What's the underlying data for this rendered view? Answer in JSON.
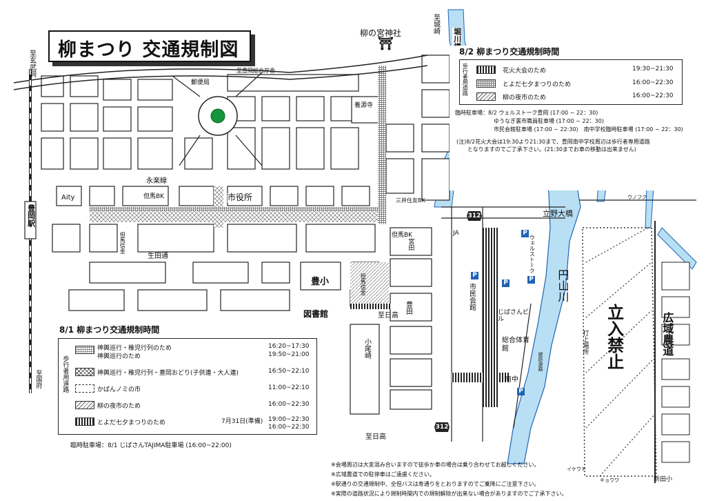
{
  "title": "柳まつり 交通規制図",
  "colors": {
    "river": "#b8dff3",
    "river_edge": "#1f63b5",
    "shrine_circle": "#15953a",
    "parking": "#1f63b5",
    "road": "#111111"
  },
  "icons": {
    "shrine": "torii-icon",
    "parking": "parking-icon",
    "route_shield": "route-shield-icon"
  },
  "map_labels": {
    "to_genbudo": "至玄武洞",
    "to_kinosaki": "至城崎",
    "shrine": "柳の宮神社",
    "gov_office": "至豊岡総合庁舎",
    "post_office": "郵便局",
    "horikawa_bridge": "堀川橋",
    "yogenji": "養源寺",
    "eirakusen": "永楽線",
    "aity": "Aity",
    "tajima_bk_1": "但馬BK",
    "city_hall": "市役所",
    "mitsui": "三井住友BK",
    "tajima_shinkin_1": "但馬信金",
    "tajima_bk_2": "但馬BK",
    "miyata": "宮田",
    "ikutadori": "生田通",
    "toyooka_station": "豊岡駅",
    "toyoshou": "豊小",
    "tajima_shinkin_2": "但馬信金",
    "toyota": "豊田",
    "library": "図書館",
    "to_hidaka": "至日高",
    "to_kuni": "至国府",
    "to_hidaka2": "至日高",
    "koozaki": "小尾崎",
    "tatsuno_bridge": "立野大橋",
    "unofuku": "ウノフク",
    "ja": "JA",
    "welstoke": "ウェルストーク",
    "city_hall_hall": "市民会館",
    "jibasan_building": "じばさんビル",
    "gym": "総合体育館",
    "nanchu": "南中",
    "levee_road": "堤防道路",
    "maruyama_river": "円山川",
    "fireworks_site": "打上場所",
    "no_entry": "立入禁止",
    "wide_farm_road": "広域農道",
    "ikeuchi": "イケウチ",
    "kyowa": "キョウワ",
    "nitta_elem": "新田小",
    "route_312_a": "312",
    "route_312_b": "312"
  },
  "legend_8_2": {
    "header": "8/2 柳まつり交通規制時間",
    "side_label": "歩行者用道路",
    "rows": [
      {
        "label": "花火大会のため",
        "time": "19:30~21:30"
      },
      {
        "label": "とよだ七夕まつりのため",
        "time": "16:00~22:30"
      },
      {
        "label": "柳の夜市のため",
        "time": "16:00~22:30"
      }
    ],
    "parking_lines": [
      "臨時駐車場：8/2 ウェルストーク豊岡 (17:00 ~ 22：30)",
      "ゆうなぎ裏市職員駐車場 (17:00 ~ 22：30)",
      "市民会館駐車場 (17:00 ~ 22:30)　南中学校臨時駐車場 (17:00 ~ 22：30)"
    ],
    "note_lines": [
      "(注)8/2花火大会は19:30より21:30まで、豊岡南中学校周辺は歩行者専用道路",
      "となりますのでご了承下さい。(21:30までお車の移動は出来ません)"
    ]
  },
  "legend_8_1": {
    "header": "8/1 柳まつり交通規制時間",
    "side_label": "歩行者用道路",
    "rows": [
      {
        "label": "神輿巡行・稚児行列のため",
        "label2": "神輿巡行のため",
        "time": "16:20~17:30",
        "time2": "19:50~21:00"
      },
      {
        "label": "神輿巡行・稚児行列・豊岡おどり(子供連・大人連)",
        "time": "16:50~22:10"
      },
      {
        "label": "かばんノミの市",
        "time": "11:00~22:10"
      },
      {
        "label": "柳の夜市のため",
        "time": "16:00~22:30"
      },
      {
        "label": "とよだ七夕まつりのため",
        "extra": "7月31日(準備)",
        "time": "19:00~22:30",
        "time2": "16:00~22:30"
      }
    ],
    "parking_line": "臨時駐車場：8/1 じばさんTAJIMA駐車場 (16:00~22:00)"
  },
  "footnotes": [
    "※会場周辺は大変混み合いますので徒歩か車の場合は乗り合わせてお越しください。",
    "※広域農道での駐停車はご遠慮ください。",
    "※駅通りの交通規制中、全但バスは寿通りをとおりますのでご乗降にご注意下さい。",
    "※実際の道路状況により規制時間内での規制解除が出来ない場合がありますのでご了承下さい。"
  ]
}
